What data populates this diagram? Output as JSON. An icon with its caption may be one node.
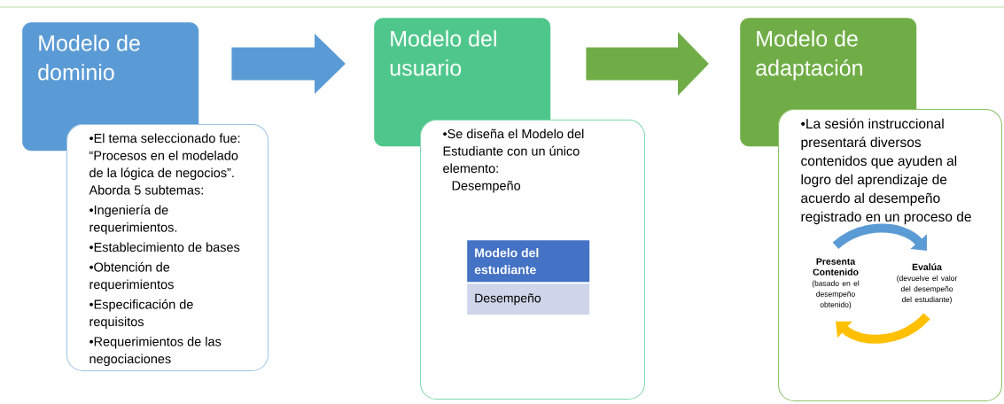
{
  "diagram": {
    "nodes": [
      {
        "text": [
          "Modelo de dominio"
        ]
      },
      {
        "text": [
          "•El tema seleccionado fue: “Procesos en el modelado de la lógica de negocios”. Aborda 5 subtemas:",
          "•Ingeniería de requerimientos.",
          "•Establecimiento de bases",
          "•Obtención de requerimientos",
          "•Especificación de requisitos",
          "•Requerimientos de las negociaciones"
        ]
      },
      {
        "text": [
          "Modelo del usuario"
        ]
      },
      {
        "text": [
          "•Se diseña el Modelo del Estudiante con un único elemento:",
          "Desempeño"
        ]
      },
      {
        "text": [
          "Modelo del estudiante"
        ],
        "in": 3
      },
      {
        "text": [
          "Desempeño"
        ],
        "in": 3
      },
      {
        "text": [
          "Modelo de adaptación"
        ]
      },
      {
        "text": [
          "•La sesión instruccional presentará diversos contenidos que ayuden al logro del aprendizaje de acuerdo al desempeño registrado en un proceso de"
        ]
      },
      {
        "text": [
          "Presenta Contenido",
          "(basado en el desempeño obtenido)"
        ],
        "in": 7
      },
      {
        "text": [
          "Evalúa",
          "(devuelve el valor del desempeño del estudiante)"
        ],
        "in": 7
      }
    ],
    "edges": [
      {
        "from": 0,
        "to": 2,
        "arrow": "to",
        "style": "thick",
        "color": "#5b9bd5"
      },
      {
        "from": 2,
        "to": 6,
        "arrow": "to",
        "style": "thick",
        "color": "#70ad47"
      },
      {
        "from": 8,
        "to": 9,
        "arrow": "to",
        "color": "#5b9bd5"
      },
      {
        "from": 9,
        "to": 8,
        "arrow": "to",
        "color": "#ffc000"
      }
    ]
  }
}
